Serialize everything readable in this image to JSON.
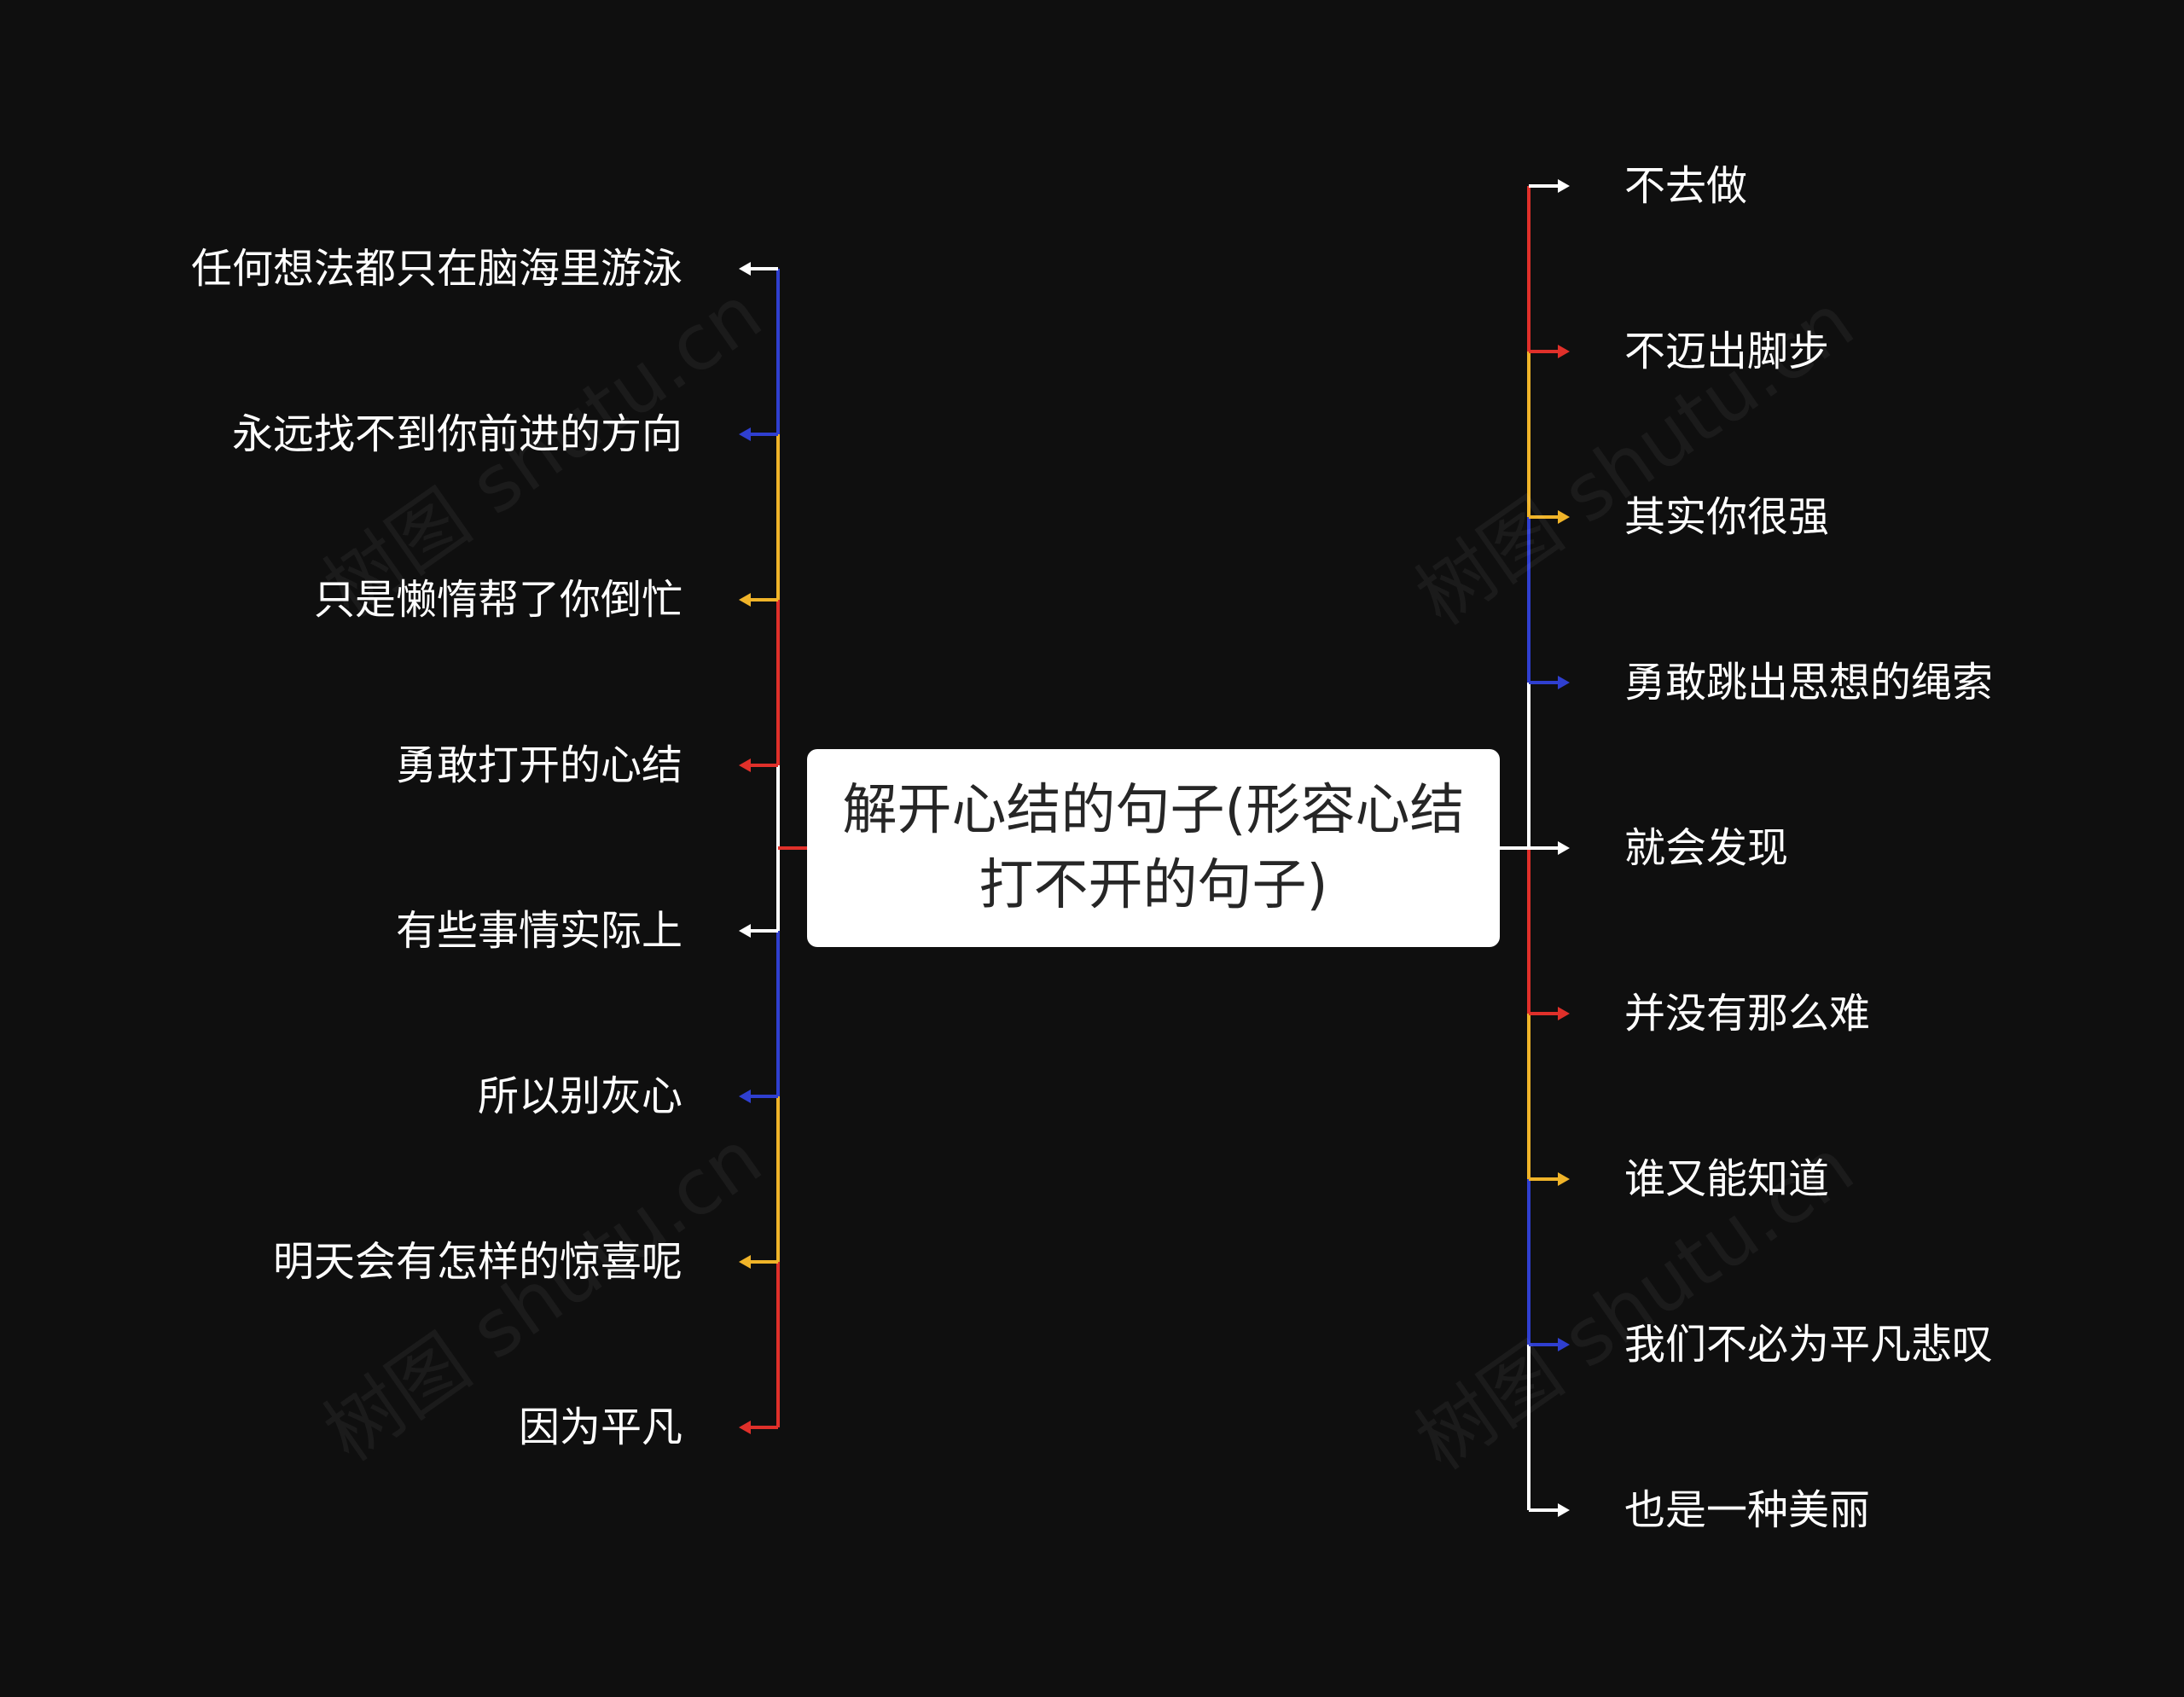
{
  "center": {
    "title": "解开心结的句子(形容心结打不开的句子)"
  },
  "left_branch": [
    {
      "label": "任何想法都只在脑海里游泳",
      "color": "#ffffff"
    },
    {
      "label": "永远找不到你前进的方向",
      "color": "#2f3fd0"
    },
    {
      "label": "只是懒惰帮了你倒忙",
      "color": "#f0b429"
    },
    {
      "label": "勇敢打开的心结",
      "color": "#e0302a"
    },
    {
      "label": "有些事情实际上",
      "color": "#ffffff"
    },
    {
      "label": "所以别灰心",
      "color": "#2f3fd0"
    },
    {
      "label": "明天会有怎样的惊喜呢",
      "color": "#f0b429"
    },
    {
      "label": "因为平凡",
      "color": "#e0302a"
    }
  ],
  "right_branch": [
    {
      "label": "不去做",
      "color": "#ffffff"
    },
    {
      "label": "不迈出脚步",
      "color": "#e0302a"
    },
    {
      "label": "其实你很强",
      "color": "#f0b429"
    },
    {
      "label": "勇敢跳出思想的绳索",
      "color": "#2f3fd0"
    },
    {
      "label": "就会发现",
      "color": "#ffffff"
    },
    {
      "label": "并没有那么难",
      "color": "#e0302a"
    },
    {
      "label": "谁又能知道",
      "color": "#f0b429"
    },
    {
      "label": "我们不必为平凡悲叹",
      "color": "#2f3fd0"
    },
    {
      "label": "也是一种美丽",
      "color": "#ffffff"
    }
  ],
  "watermark": "树图 shutu.cn",
  "colors": {
    "background": "#0f0f0f",
    "node": "#ffffff",
    "text": "#ffffff"
  }
}
